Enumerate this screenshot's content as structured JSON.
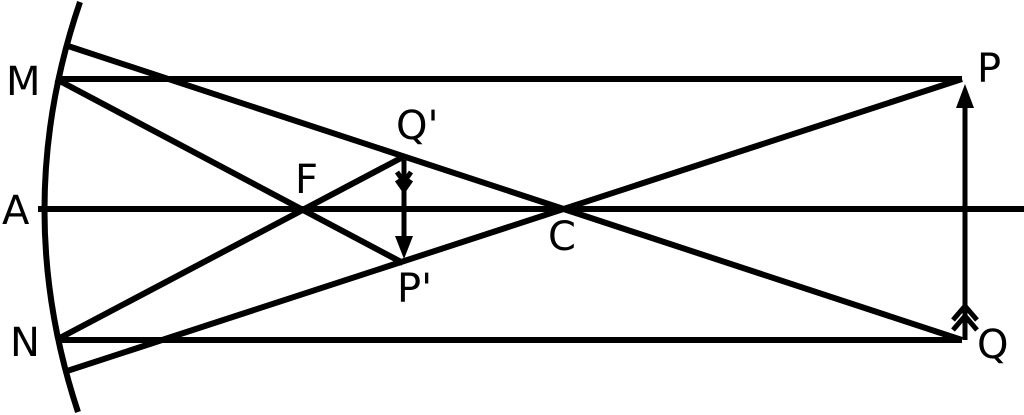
{
  "labels": {
    "M": "M",
    "A": "A",
    "N": "N",
    "F": "F",
    "C": "C",
    "P": "P",
    "Q": "Q",
    "P_image": "P'",
    "Q_image": "Q'"
  }
}
